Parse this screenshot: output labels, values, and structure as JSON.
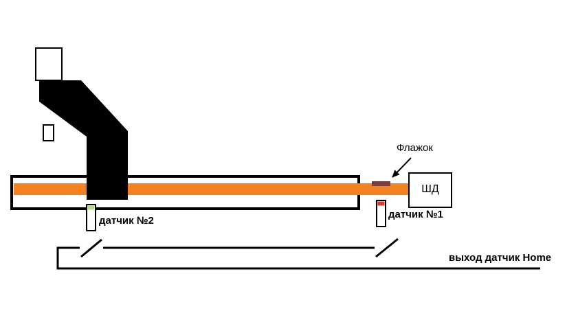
{
  "labels": {
    "flag": "Флажок",
    "motor": "ШД",
    "sensor2": "датчик №2",
    "sensor1": "датчик №1",
    "home_output": "выход датчик Home"
  },
  "colors": {
    "rail": "#f58220",
    "flag": "#7b3f3f",
    "carriage": "#000000",
    "sensor1_top": "#d93a2b",
    "sensor2_top": "#b3dc8c",
    "wire": "#000000"
  }
}
